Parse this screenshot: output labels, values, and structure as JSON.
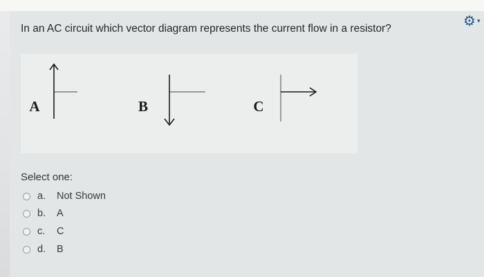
{
  "question": {
    "text": "In an AC circuit which vector diagram represents the current flow in a resistor?",
    "diagram": {
      "labels": [
        "A",
        "B",
        "C"
      ]
    },
    "prompt": "Select one:",
    "options": [
      {
        "letter": "a.",
        "label": "Not Shown"
      },
      {
        "letter": "b.",
        "label": "A"
      },
      {
        "letter": "c.",
        "label": "C"
      },
      {
        "letter": "d.",
        "label": "B"
      }
    ]
  },
  "colors": {
    "gear": "#1f5b8e"
  },
  "icons": {
    "settings": "gear-icon",
    "menu": "chevron-down-icon"
  }
}
